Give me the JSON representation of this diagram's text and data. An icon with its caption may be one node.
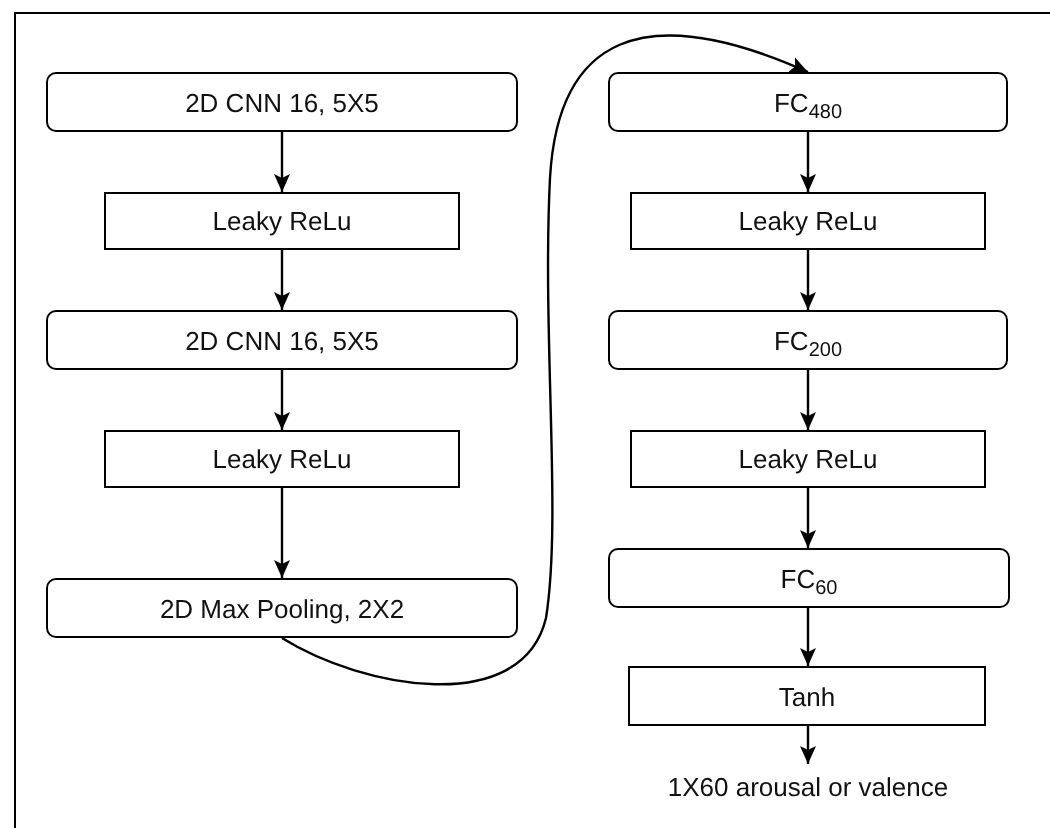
{
  "diagram": {
    "nodes": [
      {
        "text": [
          "2D CNN 16, 5X5"
        ]
      },
      {
        "text": [
          "Leaky ReLu"
        ]
      },
      {
        "text": [
          "2D CNN 16, 5X5"
        ]
      },
      {
        "text": [
          "Leaky ReLu"
        ]
      },
      {
        "text": [
          "2D Max Pooling, 2X2"
        ]
      },
      {
        "text": [
          "FC$_{480}$"
        ]
      },
      {
        "text": [
          "Leaky ReLu"
        ]
      },
      {
        "text": [
          "FC$_{200}$"
        ]
      },
      {
        "text": [
          "Leaky ReLu"
        ]
      },
      {
        "text": [
          "FC$_{60}$"
        ]
      },
      {
        "text": [
          "Tanh"
        ]
      },
      {
        "text": [
          "1X60 arousal or valence"
        ]
      }
    ],
    "edges": [
      {
        "from": 0,
        "to": 1,
        "arrow": "to"
      },
      {
        "from": 1,
        "to": 2,
        "arrow": "to"
      },
      {
        "from": 2,
        "to": 3,
        "arrow": "to"
      },
      {
        "from": 3,
        "to": 4,
        "arrow": "to"
      },
      {
        "from": 4,
        "to": 5,
        "arrow": "to"
      },
      {
        "from": 5,
        "to": 6,
        "arrow": "to"
      },
      {
        "from": 6,
        "to": 7,
        "arrow": "to"
      },
      {
        "from": 7,
        "to": 8,
        "arrow": "to"
      },
      {
        "from": 8,
        "to": 9,
        "arrow": "to"
      },
      {
        "from": 9,
        "to": 10,
        "arrow": "to"
      },
      {
        "from": 10,
        "to": 11,
        "arrow": "to"
      }
    ]
  }
}
